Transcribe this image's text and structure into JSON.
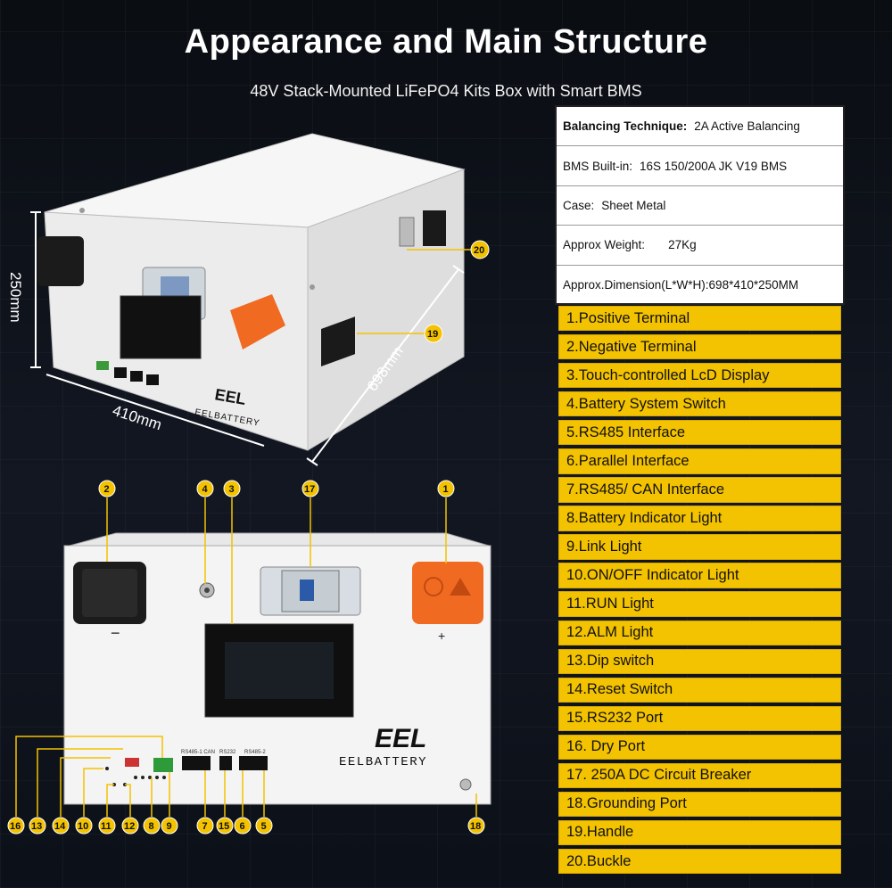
{
  "header": {
    "title": "Appearance and Main Structure",
    "subtitle": "48V Stack-Mounted LiFePO4 Kits Box with Smart BMS"
  },
  "specs": [
    {
      "label": "Balancing Technique:",
      "value": "2A Active Balancing",
      "bold": true
    },
    {
      "label": "BMS Built-in:",
      "value": "16S 150/200A JK V19 BMS",
      "bold": false
    },
    {
      "label": "Case:",
      "value": "Sheet Metal",
      "bold": false
    },
    {
      "label": "Approx Weight:",
      "value": "27Kg",
      "bold": false
    },
    {
      "label": "Approx.Dimension(L*W*H):698*410*250MM",
      "value": "",
      "bold": false
    }
  ],
  "parts": [
    "1.Positive Terminal",
    "2.Negative Terminal",
    "3.Touch-controlled LcD Display",
    "4.Battery System Switch",
    "5.RS485 Interface",
    "6.Parallel Interface",
    "7.RS485/ CAN Interface",
    "8.Battery Indicator Light",
    "9.Link Light",
    "10.ON/OFF Indicator Light",
    "11.RUN Light",
    "12.ALM Light",
    "13.Dip switch",
    "14.Reset Switch",
    "15.RS232 Port",
    "16. Dry Port",
    "17. 250A DC Circuit Breaker",
    "18.Grounding Port",
    "19.Handle",
    "20.Buckle"
  ],
  "dimensions": {
    "height": "250mm",
    "width": "410mm",
    "length": "698mm"
  },
  "brand": {
    "logo": "EEL",
    "name": "EELBATTERY"
  },
  "front_labels": {
    "rs485_can": "RS485-1 CAN",
    "rs232": "RS232",
    "rs485_2": "RS485-2",
    "minus": "−",
    "plus": "+"
  },
  "callouts": {
    "top": [
      "2",
      "4",
      "3",
      "17",
      "1"
    ],
    "bottom": [
      "16",
      "13",
      "14",
      "10",
      "11",
      "12",
      "8",
      "9",
      "7",
      "15",
      "6",
      "5",
      "18"
    ],
    "iso": [
      "20",
      "19"
    ]
  },
  "colors": {
    "accent": "#f3c200",
    "terminal_positive": "#f06a22",
    "case": "#f4f4f4",
    "background": "#0b0e14"
  }
}
